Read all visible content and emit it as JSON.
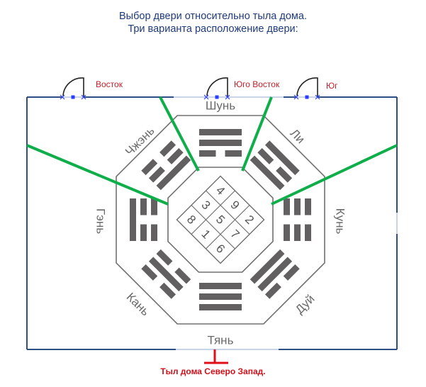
{
  "title": {
    "line1": "Выбор двери относительно тыла дома.",
    "line2": "Три варианта расположение  двери:"
  },
  "doors": [
    {
      "label": "Восток",
      "id": "east"
    },
    {
      "label": "Юго Восток",
      "id": "southeast"
    },
    {
      "label": "Юг",
      "id": "south"
    }
  ],
  "back": {
    "label": "Тыл дома Северо Запад."
  },
  "bagua": {
    "trigrams": [
      {
        "name": "Шунь",
        "position": "top",
        "lines": [
          "solid",
          "solid",
          "broken"
        ]
      },
      {
        "name": "Ли",
        "position": "top-right",
        "lines": [
          "solid",
          "broken",
          "solid"
        ]
      },
      {
        "name": "Кунь",
        "position": "right",
        "lines": [
          "broken",
          "broken",
          "broken"
        ]
      },
      {
        "name": "Дуй",
        "position": "bottom-right",
        "lines": [
          "broken",
          "solid",
          "solid"
        ]
      },
      {
        "name": "Тянь",
        "position": "bottom",
        "lines": [
          "solid",
          "solid",
          "solid"
        ]
      },
      {
        "name": "Кань",
        "position": "bottom-left",
        "lines": [
          "broken",
          "solid",
          "broken"
        ]
      },
      {
        "name": "Гэнь",
        "position": "left",
        "lines": [
          "solid",
          "broken",
          "broken"
        ]
      },
      {
        "name": "Чжэнь",
        "position": "top-left",
        "lines": [
          "broken",
          "broken",
          "solid"
        ]
      }
    ],
    "lo_shu_grid": [
      [
        4,
        9,
        2
      ],
      [
        3,
        5,
        7
      ],
      [
        8,
        1,
        6
      ]
    ]
  },
  "colors": {
    "wall": "#2e4f86",
    "sector_line": "#0fae4a",
    "trigram": "#626060",
    "octagon": "#707070",
    "door_label": "#c8202a",
    "back_marker": "#e0101a",
    "title": "#1f3a7a"
  }
}
